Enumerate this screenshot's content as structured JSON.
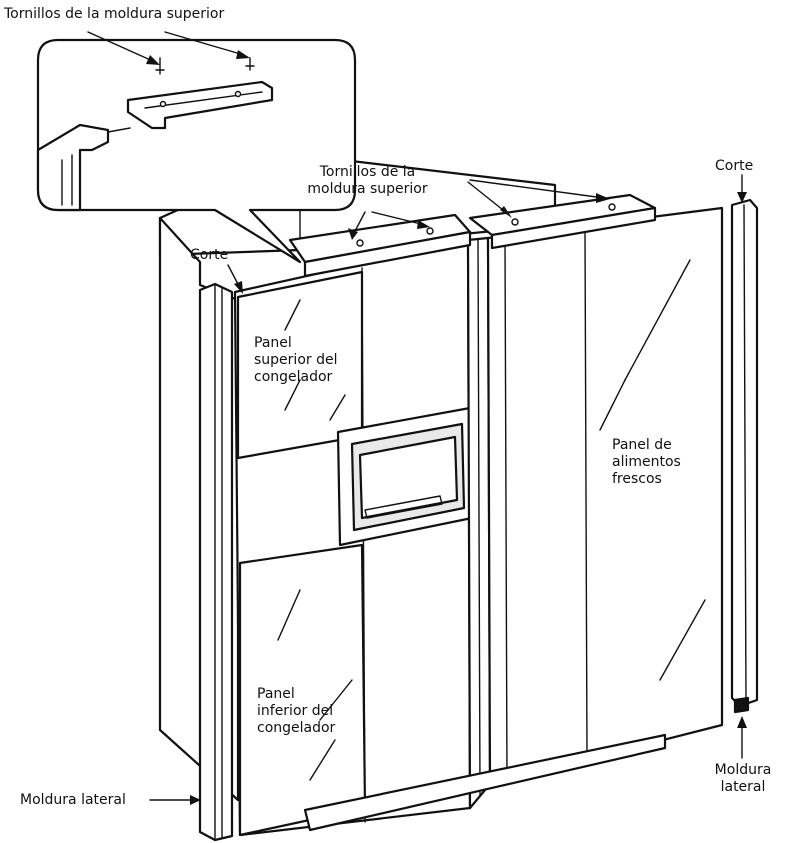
{
  "labels": {
    "top_trim_screws_inset": "Tornillos de la moldura superior",
    "top_trim_screws_line1": "Tornillos de la",
    "top_trim_screws_line2": "moldura superior",
    "cut_left": "Corte",
    "cut_right": "Corte",
    "freezer_upper_line1": "Panel",
    "freezer_upper_line2": "superior del",
    "freezer_upper_line3": "congelador",
    "fresh_food_line1": "Panel de",
    "fresh_food_line2": "alimentos",
    "fresh_food_line3": "frescos",
    "freezer_lower_line1": "Panel",
    "freezer_lower_line2": "inferior del",
    "freezer_lower_line3": "congelador",
    "side_trim_left": "Moldura lateral",
    "side_trim_right_line1": "Moldura",
    "side_trim_right_line2": "lateral"
  }
}
